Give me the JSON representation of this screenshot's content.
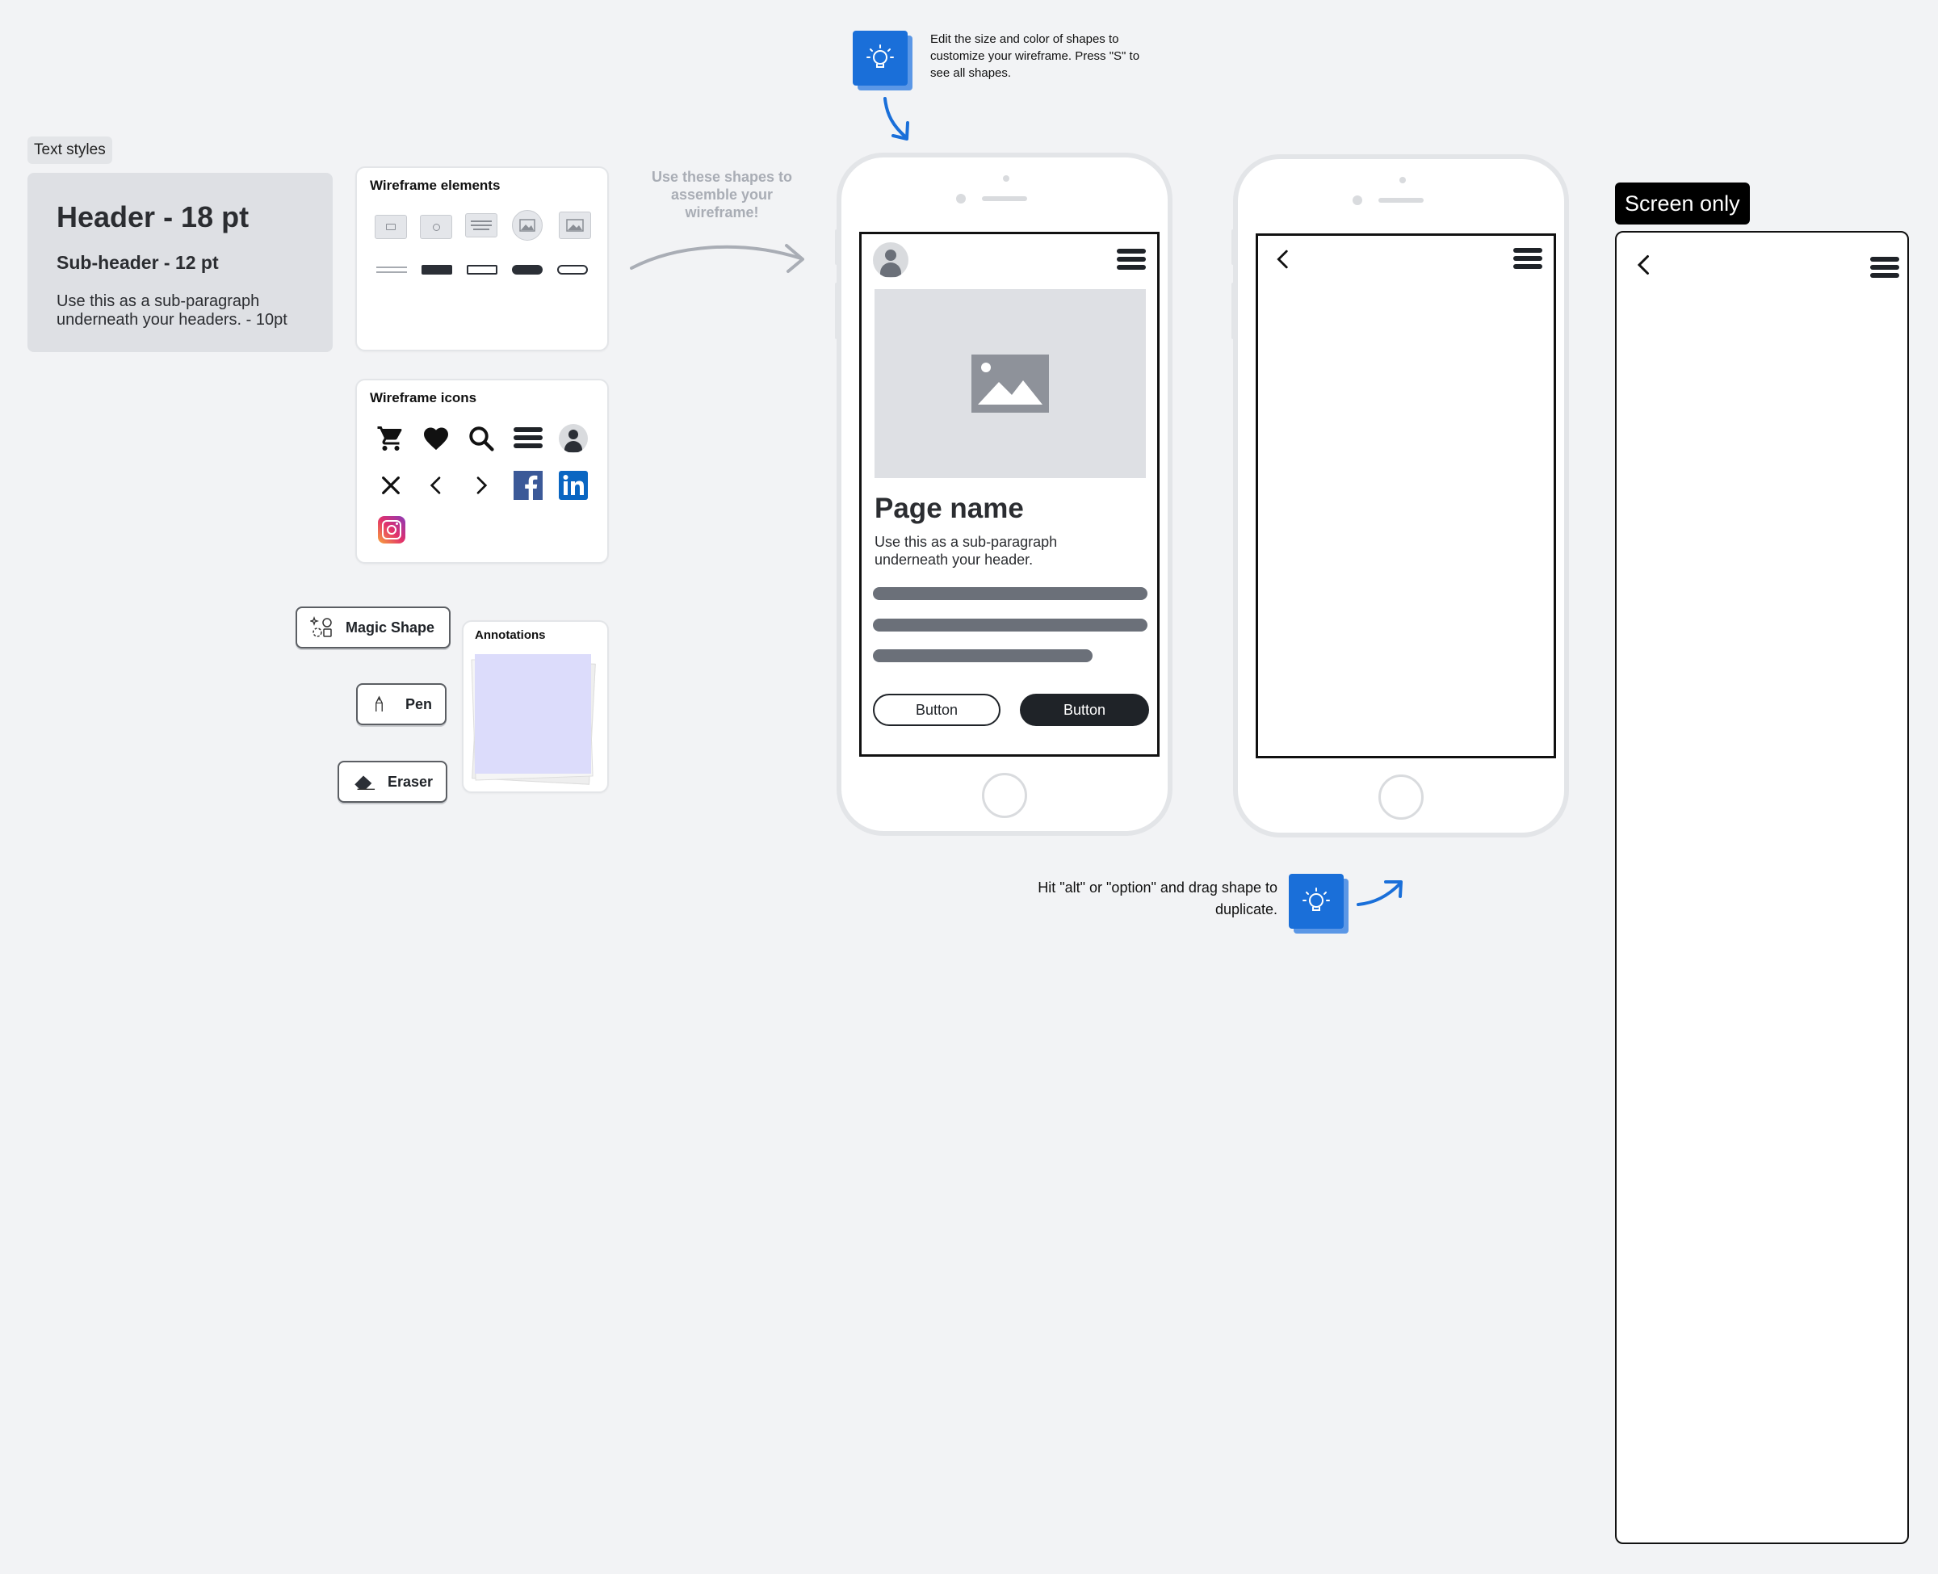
{
  "text_styles": {
    "tag": "Text styles",
    "header": "Header - 18 pt",
    "subheader": "Sub-header - 12 pt",
    "paragraph": "Use this as a sub-paragraph underneath your headers. - 10pt"
  },
  "wireframe_elements": {
    "title": "Wireframe elements"
  },
  "wireframe_icons": {
    "title": "Wireframe icons",
    "icons": [
      "cart-icon",
      "heart-icon",
      "search-icon",
      "menu-icon",
      "user-icon",
      "close-icon",
      "chevron-left-icon",
      "chevron-right-icon",
      "facebook-icon",
      "linkedin-icon",
      "instagram-icon"
    ]
  },
  "tools": {
    "magic_shape": "Magic Shape",
    "pen": "Pen",
    "eraser": "Eraser"
  },
  "annotations": {
    "title": "Annotations"
  },
  "hint_shapes": "Use these shapes to assemble your wireframe!",
  "tip_top": "Edit the size and color of shapes to customize your wireframe. Press \"S\" to see all shapes.",
  "tip_bottom": "Hit \"alt\" or \"option\" and drag shape to duplicate.",
  "phone1": {
    "page_name": "Page name",
    "sub_paragraph": "Use this as a sub-paragraph underneath your header.",
    "button_outline": "Button",
    "button_filled": "Button"
  },
  "screen_only": {
    "label": "Screen only"
  },
  "colors": {
    "canvas": "#f2f3f5",
    "tip_blue": "#1a6fd9",
    "dark": "#1f2328",
    "placeholder_gray": "#dee0e4",
    "sticky": "#dcdcfb"
  }
}
